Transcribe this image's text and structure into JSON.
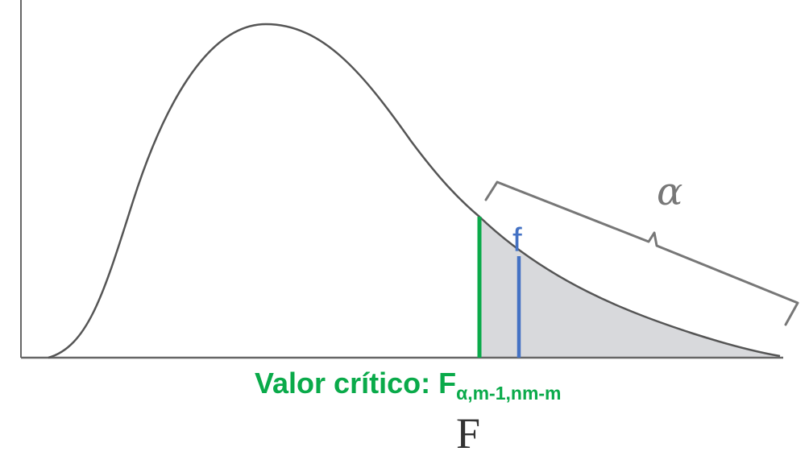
{
  "labels": {
    "alpha": "α",
    "f": "f",
    "critical_text": "Valor crítico: F",
    "critical_subscript": "α,m-1,nm-m",
    "axis_x": "F"
  },
  "colors": {
    "curve": "#555555",
    "axis": "#666666",
    "shaded_region": "#d8d9dc",
    "critical_line": "#0aaa4a",
    "statistic_line": "#4472c4",
    "brace": "#777777"
  }
}
